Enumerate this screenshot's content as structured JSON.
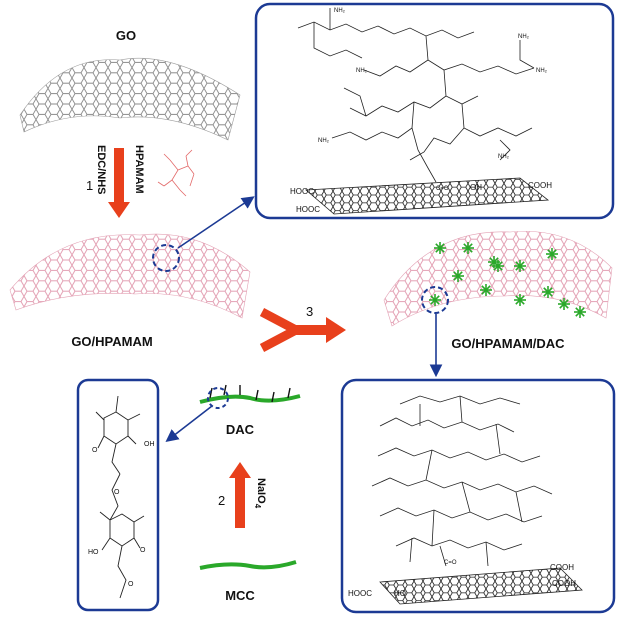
{
  "labels": {
    "go": "GO",
    "go_hpamam": "GO/HPAMAM",
    "go_hpamam_dac": "GO/HPAMAM/DAC",
    "dac": "DAC",
    "mcc": "MCC"
  },
  "steps": {
    "step1_number": "1",
    "step1_reagent_a": "HPAMAM",
    "step1_reagent_b": "EDC/NHS",
    "step2_number": "2",
    "step2_reagent": "NaIO",
    "step2_subscript": "4",
    "step3_number": "3"
  },
  "chem_text": {
    "cooh": "COOH",
    "hooc": "HOOC",
    "oh": "OH",
    "ho": "HO",
    "nh2": "NH₂",
    "o": "O",
    "c_o": "C=O"
  },
  "colors": {
    "panel_border": "#1c3a94",
    "arrow_blue": "#1c3a94",
    "arrow_red": "#e8401c",
    "go_sheet": "#8a8a8a",
    "pink_sheet": "#e3a1b4",
    "dac_green": "#2aa82a",
    "mcc_green": "#2aa82a"
  }
}
